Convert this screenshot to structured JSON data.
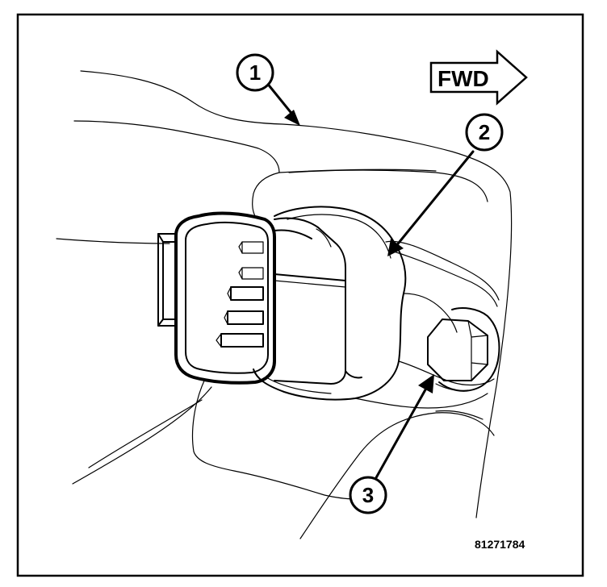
{
  "diagram": {
    "direction_label": "FWD",
    "figure_number": "81271784",
    "callouts": [
      {
        "number": "1"
      },
      {
        "number": "2"
      },
      {
        "number": "3"
      }
    ]
  }
}
